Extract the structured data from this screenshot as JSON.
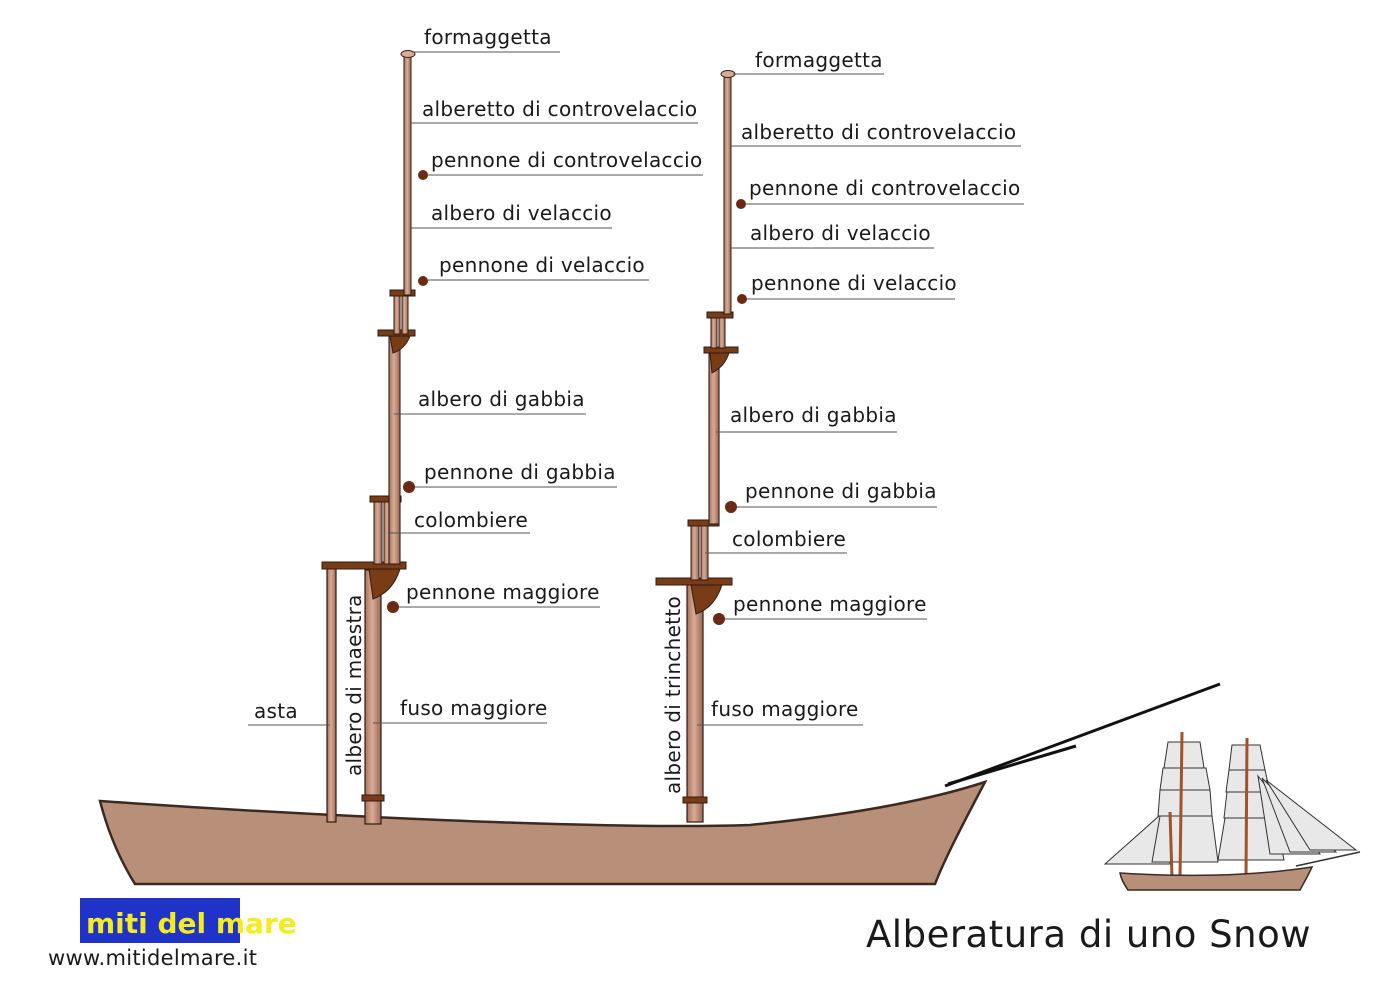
{
  "title": "Alberatura di uno Snow",
  "website": "www.mitidelmare.it",
  "logo": {
    "text": "miti del mare"
  },
  "main_mast": {
    "name": "albero di maestra",
    "labels": [
      "formaggetta",
      "alberetto di controvelaccio",
      "pennone di controvelaccio",
      "albero di velaccio",
      "pennone di velaccio",
      "albero di gabbia",
      "pennone di gabbia",
      "colombiere",
      "pennone maggiore",
      "fuso maggiore",
      "asta"
    ]
  },
  "fore_mast": {
    "name": "albero di trinchetto",
    "labels": [
      "formaggetta",
      "alberetto di controvelaccio",
      "pennone di controvelaccio",
      "albero di velaccio",
      "pennone di velaccio",
      "albero di gabbia",
      "pennone di gabbia",
      "colombiere",
      "pennone maggiore",
      "fuso maggiore"
    ]
  },
  "colors": {
    "hull": "#b8907a",
    "hull_stroke": "#3a2a22",
    "mast": "#c69580",
    "mast_stroke": "#2e1c14",
    "fitting": "#7a3b17",
    "leader": "#555555",
    "logo_bg": "#1f33c8",
    "logo_text": "#f4ec1e"
  }
}
